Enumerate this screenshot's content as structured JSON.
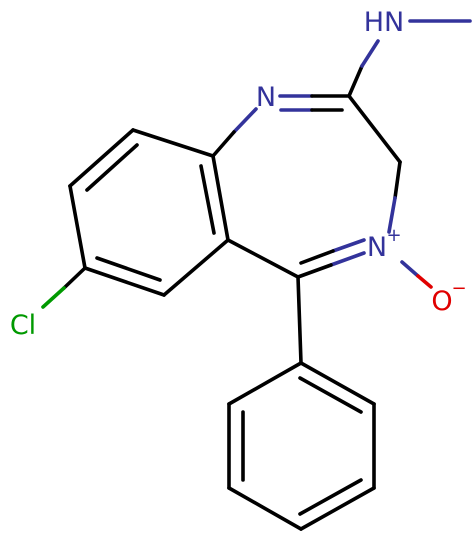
{
  "molecule": {
    "atoms": {
      "n_methylamine": "HN",
      "n_ring": "N",
      "n_oxide": "N",
      "n_oxide_charge": "+",
      "o_oxide": "O",
      "o_oxide_charge": "−",
      "chlorine": "Cl"
    },
    "colors": {
      "bond": "#000000",
      "nitrogen": "#33339b",
      "oxygen": "#e00000",
      "chlorine": "#009900"
    }
  }
}
